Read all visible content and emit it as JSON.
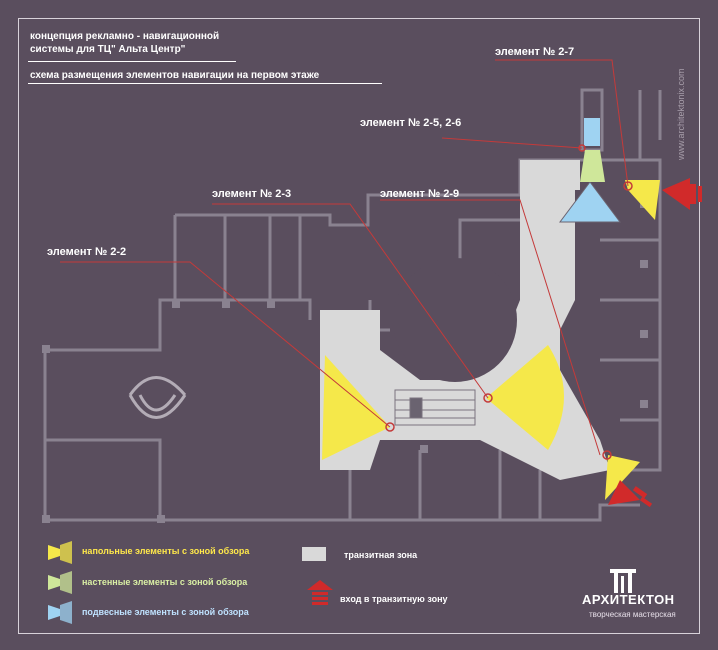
{
  "header": {
    "title_line1": "концепция рекламно - навигационной",
    "title_line2": "системы для ТЦ\" Альта Центр\"",
    "subtitle": "схема размещения элементов навигации на первом этаже"
  },
  "website": "www.architektonix.com",
  "callouts": [
    {
      "id": "2-7",
      "label": "элемент № 2-7"
    },
    {
      "id": "2-5-2-6",
      "label": "элемент № 2-5, 2-6"
    },
    {
      "id": "2-3",
      "label": "элемент № 2-3"
    },
    {
      "id": "2-9",
      "label": "элемент № 2-9"
    },
    {
      "id": "2-2",
      "label": "элемент № 2-2"
    }
  ],
  "legend": {
    "floor": {
      "label": "напольные элементы с зоной обзора",
      "color": "#f5e84a"
    },
    "wall": {
      "label": "настенные элементы с зоной обзора",
      "color": "#cfe79a"
    },
    "hanging": {
      "label": "подвесные элементы с зоной обзора",
      "color": "#9fd3f2"
    },
    "transit": {
      "label": "транзитная зона",
      "color": "#d9d9d9"
    },
    "entrance": {
      "label": "вход в транзитную зону",
      "color": "#d12a2a"
    }
  },
  "logo": {
    "name": "АРХИТЕКТОН",
    "tagline": "творческая мастерская"
  },
  "colors": {
    "background": "#5a4e5e",
    "walls": "#8a8290",
    "transit_zone": "#d9d9d9",
    "callout_line": "#c43a3a"
  }
}
